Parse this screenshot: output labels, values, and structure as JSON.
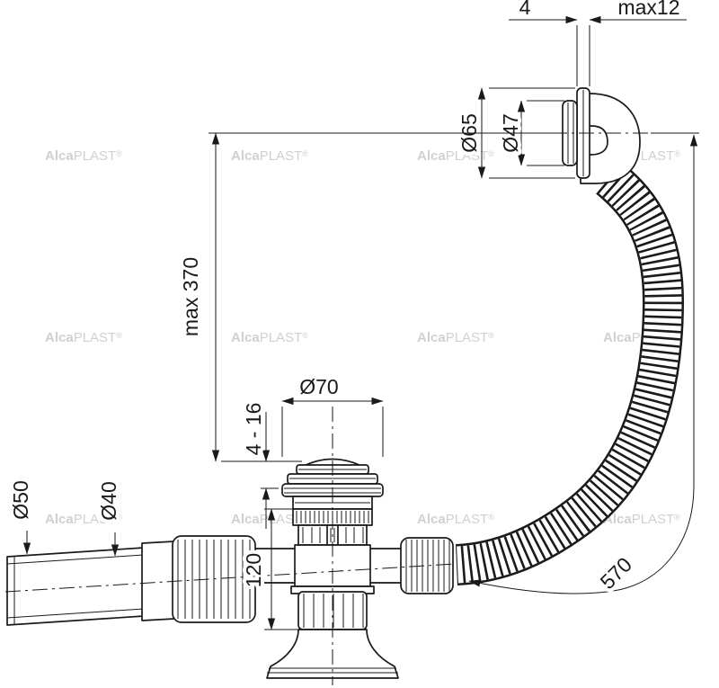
{
  "drawing": {
    "type": "technical-drawing",
    "product": "Bath waste and overflow set with corrugated hose",
    "background": "#ffffff",
    "line_color": "#1a1a1a",
    "watermark": {
      "brand_bold": "Alca",
      "brand_rest": "PLAST",
      "registered": "®",
      "color": "#d0d0d0"
    },
    "dimensions": {
      "flange_thickness": "4",
      "cap_protrusion": "max12",
      "overflow_flange_diameter": "Ø65",
      "overflow_cap_diameter": "Ø47",
      "max_overflow_distance": "max 370",
      "plug_diameter": "Ø70",
      "adjustment_range": "4 - 16",
      "outlet_outer_diameter": "Ø50",
      "outlet_inner_diameter": "Ø40",
      "installation_depth": "120",
      "hose_length": "570"
    }
  }
}
